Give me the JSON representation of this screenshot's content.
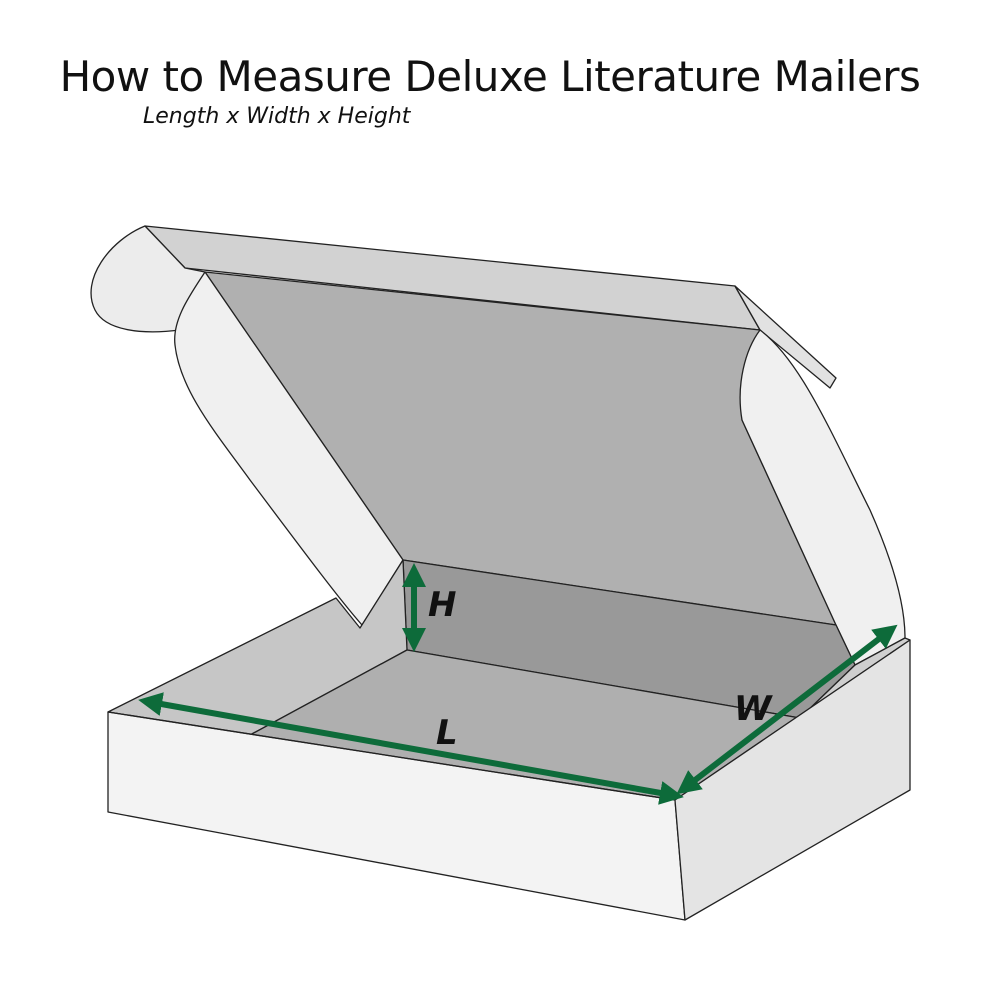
{
  "title": "How to Measure Deluxe Literature Mailers",
  "subtitle": "Length x Width x Height",
  "labels": {
    "height": "H",
    "length": "L",
    "width": "W"
  },
  "colors": {
    "arrow": "#0d6b3a",
    "outline": "#222222",
    "panel_white": "#f4f4f4",
    "panel_light": "#c8c8c8",
    "panel_mid": "#b0b0b0",
    "panel_dark": "#9c9c9c"
  }
}
